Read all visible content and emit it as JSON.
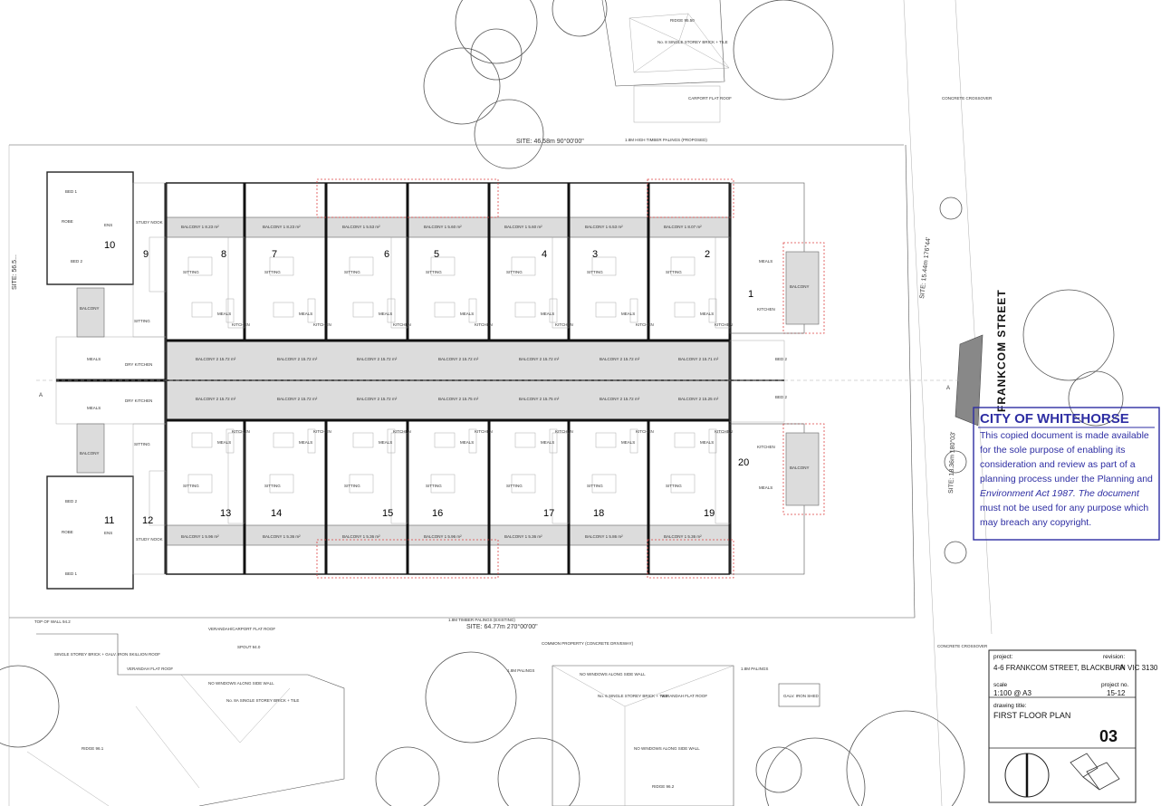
{
  "street": {
    "name": "FRANKCOM STREET"
  },
  "site": {
    "top_dim": "SITE: 46.58m    90°00'00\"",
    "bottom_dim": "SITE: 64.77m    270°00'00\"",
    "left_dim": "SITE: 56.5...",
    "right_dim_upper": "SITE: 15.44m 176°44'",
    "right_dim_lower": "SITE: 18.36m 180°03'",
    "top_fence": "1.8M HIGH TIMBER PALINGS (PROPOSED)",
    "bottom_fence": "1.8M TIMBER PALINGS (EXISTING)",
    "section_marker": "A"
  },
  "units": {
    "top_row": [
      "9",
      "8",
      "7",
      "6",
      "5",
      "4",
      "3",
      "2",
      "1"
    ],
    "bottom_row": [
      "12",
      "13",
      "14",
      "15",
      "16",
      "17",
      "18",
      "19",
      "20"
    ],
    "left_upper": "10",
    "left_lower": "11"
  },
  "room_labels": {
    "balcony1_top": [
      "BALCONY 1 8.23 m²",
      "BALCONY 1 8.23 m²",
      "BALCONY 1 5.53 m²",
      "BALCONY 1 5.60 m²",
      "BALCONY 1 5.60 m²",
      "BALCONY 1 6.53 m²",
      "BALCONY 1 8.07 m²"
    ],
    "balcony2_top": [
      "BALCONY 2 15.72 m²",
      "BALCONY 2 15.72 m²",
      "BALCONY 2 15.72 m²",
      "BALCONY 2 15.72 m²",
      "BALCONY 2 15.72 m²",
      "BALCONY 2 15.72 m²",
      "BALCONY 2 15.71 m²"
    ],
    "balcony2_bottom": [
      "BALCONY 2 15.72 m²",
      "BALCONY 2 15.72 m²",
      "BALCONY 2 15.72 m²",
      "BALCONY 2 15.75 m²",
      "BALCONY 2 15.75 m²",
      "BALCONY 2 15.72 m²",
      "BALCONY 2 15.25 m²"
    ],
    "balcony1_bottom": [
      "BALCONY 1 5.96 m²",
      "BALCONY 1 5.36 m²",
      "BALCONY 1 5.36 m²",
      "BALCONY 1 5.96 m²",
      "BALCONY 1 5.36 m²",
      "BALCONY 1 5.86 m²",
      "BALCONY 1 5.36 m²"
    ],
    "sitting": "SITTING",
    "meals": "MEALS",
    "kitchen": "KITCHEN",
    "bed1": "BED 1",
    "bed2": "BED 2",
    "study_nook": "STUDY NOOK",
    "balcony": "BALCONY",
    "dry_kitchen": "DRY KITCHEN",
    "robe": "ROBE",
    "ens": "ENS"
  },
  "neighbours": {
    "top": "No. 8 SINGLE STOREY BRICK + TILE",
    "top_carport": "CARPORT FLAT ROOF",
    "top_ridge": "RIDGE 95.50",
    "bottom_left": "No. 8A SINGLE STOREY BRICK + TILE",
    "bottom_left_note": "NO WINDOWS ALONG SIDE WALL",
    "bottom_left_veranda": "VERANDAH FLAT ROOF",
    "bottom_left_single": "SINGLE STOREY BRICK + GALV. IRON SKILLION ROOF",
    "bottom_left_ridge": "RIDGE 96.1",
    "bottom_left_top_wall": "TOP OF WALL 94.2",
    "bottom_carport": "VERANDAH/CARPORT FLAT ROOF",
    "bottom_spout": "SPOUT 94.0",
    "common_property": "COMMON PROPERTY (CONCRETE DRIVEWAY)",
    "bottom_mid": "No. 6 SINGLE STOREY BRICK + TILE",
    "bottom_mid_note": "NO WINDOWS ALONG SIDE WALL",
    "bottom_mid_veranda": "VERANDAH FLAT ROOF",
    "bottom_mid_ridge": "RIDGE 96.2",
    "bottom_mid_note2": "NO WINDOWS ALONG SIDE WALL",
    "fence_note": "1.8M PALINGS",
    "shed": "GALV. IRON SHED",
    "crossover": "CONCRETE CROSSOVER"
  },
  "stamp": {
    "title": "CITY OF WHITEHORSE",
    "lines": [
      "This copied document is made available",
      "for the sole purpose of enabling its",
      "consideration and review as part of a",
      "planning process under the Planning and",
      "Environment Act 1987. The document",
      "must not be used for any purpose which",
      "may breach any copyright."
    ]
  },
  "title_block": {
    "project_label": "project:",
    "project": "4-6 FRANKCOM STREET, BLACKBURN VIC 3130",
    "revision_label": "revision:",
    "revision": "A",
    "scale_label": "scale",
    "scale": "1:100 @ A3",
    "project_no_label": "project no.",
    "project_no": "15-12",
    "drawing_title_label": "drawing title:",
    "drawing_title": "FIRST FLOOR PLAN",
    "sheet": "03"
  }
}
